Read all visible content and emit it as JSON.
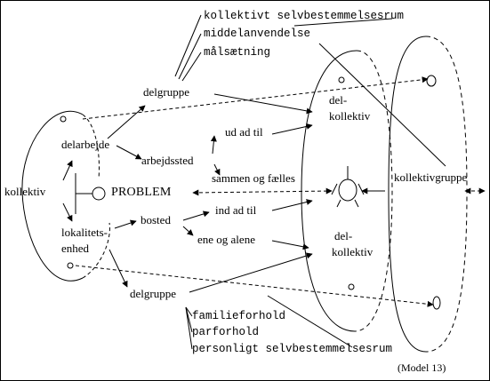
{
  "labels": {
    "kollektiv": "kollektiv",
    "problem": "PROBLEM",
    "delarbejde": "delarbejde",
    "lokalitets_line1": "lokalitets-",
    "lokalitets_line2": "enhed",
    "delgruppe_top": "delgruppe",
    "delgruppe_bottom": "delgruppe",
    "arbejdssted": "arbejdssted",
    "bosted": "bosted",
    "ud_ad_til": "ud ad til",
    "sammen_og_faelles": "sammen og fælles",
    "ind_ad_til": "ind ad til",
    "ene_og_alene": "ene og alene",
    "delkollektiv_top_1": "del-",
    "delkollektiv_top_2": "kollektiv",
    "delkollektiv_bottom_1": "del-",
    "delkollektiv_bottom_2": "kollektiv",
    "kollektivgruppe": "kollektivgruppe",
    "top_list": [
      "kollektivt selvbestemmelsesrum",
      "middelanvendelse",
      "målsætning"
    ],
    "bottom_list": [
      "familieforhold",
      "parforhold",
      "personligt selvbestemmelsesrum"
    ],
    "model": "(Model 13)"
  },
  "colors": {
    "ink": "#000000",
    "background": "#ffffff"
  }
}
